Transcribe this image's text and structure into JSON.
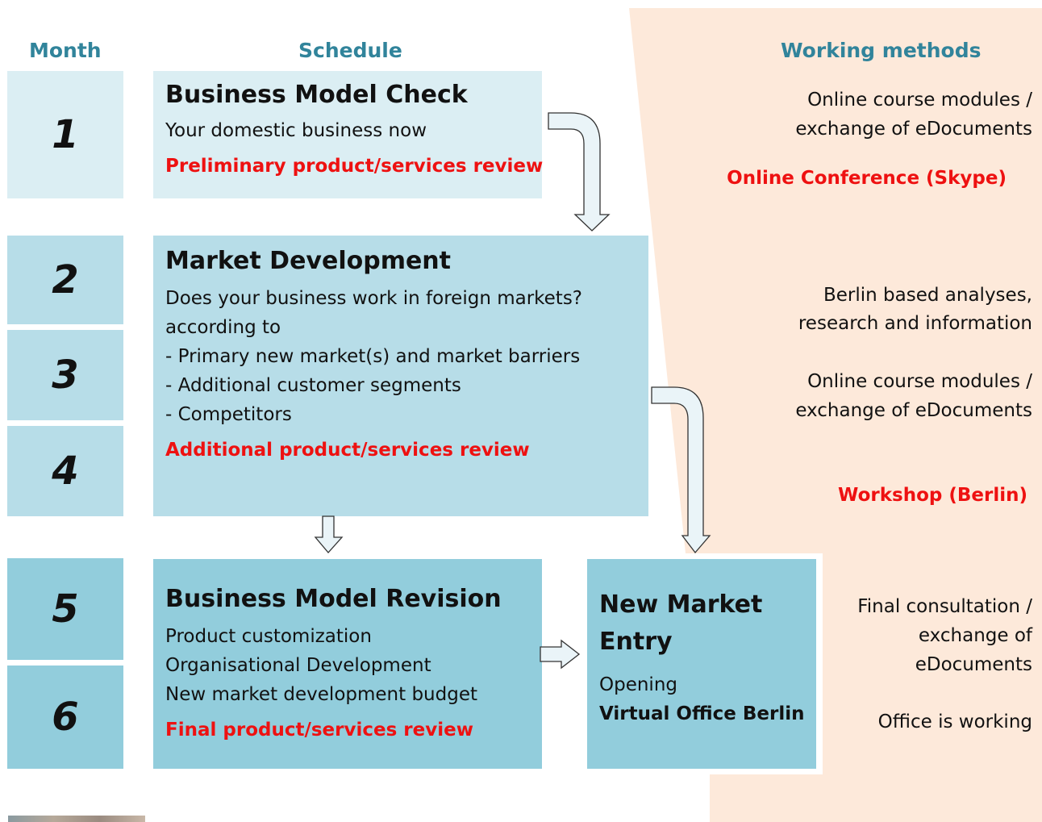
{
  "headers": {
    "month": "Month",
    "schedule": "Schedule",
    "methods": "Working methods"
  },
  "months": [
    "1",
    "2",
    "3",
    "4",
    "5",
    "6"
  ],
  "boxes": {
    "business_model_check": {
      "title": "Business Model Check",
      "line1": "Your domestic business now",
      "highlight": "Preliminary product/services review"
    },
    "market_development": {
      "title": "Market Development",
      "lines": [
        "Does your business work in foreign markets?",
        "according to",
        "- Primary new market(s) and market barriers",
        "- Additional customer segments",
        "- Competitors"
      ],
      "highlight": "Additional product/services review"
    },
    "business_model_revision": {
      "title": "Business Model Revision",
      "lines": [
        "Product customization",
        "Organisational Development",
        "New market development budget"
      ],
      "highlight": "Final product/services review"
    },
    "new_market_entry": {
      "title_line1": "New Market",
      "title_line2": "Entry",
      "line1": "Opening",
      "bold_line": "Virtual Office Berlin"
    }
  },
  "methods": {
    "m1_line1": "Online course modules /",
    "m1_line2": "exchange of eDocuments",
    "m1_red": "Online Conference (Skype)",
    "m2_line1": "Berlin based analyses,",
    "m2_line2": "research and information",
    "m3_line1": "Online course modules /",
    "m3_line2": "exchange of eDocuments",
    "m3_red": "Workshop (Berlin)",
    "m4_line1": "Final consultation /",
    "m4_line2": "exchange of",
    "m4_line3": "eDocuments",
    "m5_line1": "Office is working"
  },
  "colors": {
    "header_teal": "#31849b",
    "highlight_red": "#ee1111",
    "peach_panel": "#fde9da",
    "box_light": "#dbeef3",
    "box_mid": "#b7dde8",
    "box_dark": "#92cddc",
    "arrow_fill": "#eaf4f8",
    "arrow_stroke": "#333333"
  }
}
